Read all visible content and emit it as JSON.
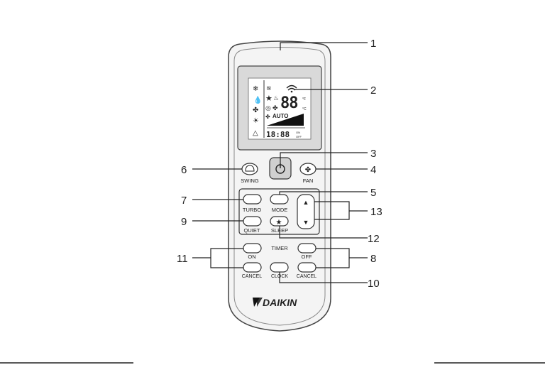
{
  "lcd": {
    "digits": "88",
    "unit_f": "°F",
    "unit_c": "°C",
    "fan_auto": "AUTO",
    "clock": "18:88",
    "timer_on": "ON",
    "timer_off": "OFF"
  },
  "buttons": {
    "swing": "SWING",
    "fan": "FAN",
    "turbo": "TURBO",
    "mode": "MODE",
    "quiet": "QUIET",
    "sleep": "SLEEP",
    "timer": "TIMER",
    "on": "ON",
    "off": "OFF",
    "cancel_left": "CANCEL",
    "clock": "CLOCK",
    "cancel_right": "CANCEL",
    "up": "▲",
    "down": "▼",
    "sleep_star": "★",
    "power": "⏻"
  },
  "brand": "DAIKIN",
  "callouts": {
    "c1": "1",
    "c2": "2",
    "c3": "3",
    "c4": "4",
    "c5": "5",
    "c6": "6",
    "c7": "7",
    "c8": "8",
    "c9": "9",
    "c10": "10",
    "c11": "11",
    "c12": "12",
    "c13": "13"
  }
}
